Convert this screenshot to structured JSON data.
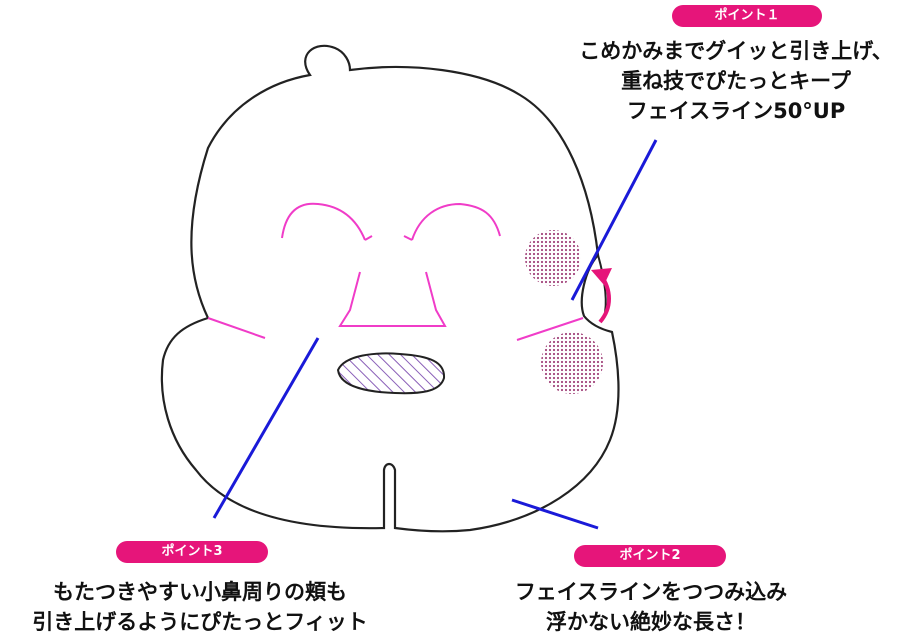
{
  "colors": {
    "badge": "#e6157a",
    "leader_line": "#1a1ad8",
    "guide_line": "#f03cc8",
    "outline": "#222222",
    "cheek_dots": "#a3467c",
    "arrow": "#e6157a",
    "hatch": "#8a5fb8"
  },
  "points": [
    {
      "badge": "ポイント１",
      "lines": [
        "こめかみまでグイッと引き上げ、",
        "重ね技でぴたっとキープ",
        "フェイスライン50°UP"
      ]
    },
    {
      "badge": "ポイント2",
      "lines": [
        "フェイスラインをつつみ込み",
        "浮かない絶妙な長さ！"
      ]
    },
    {
      "badge": "ポイント3",
      "lines": [
        "もたつきやすい小鼻周りの頬も",
        "引き上げるようにぴたっとフィット"
      ]
    }
  ]
}
